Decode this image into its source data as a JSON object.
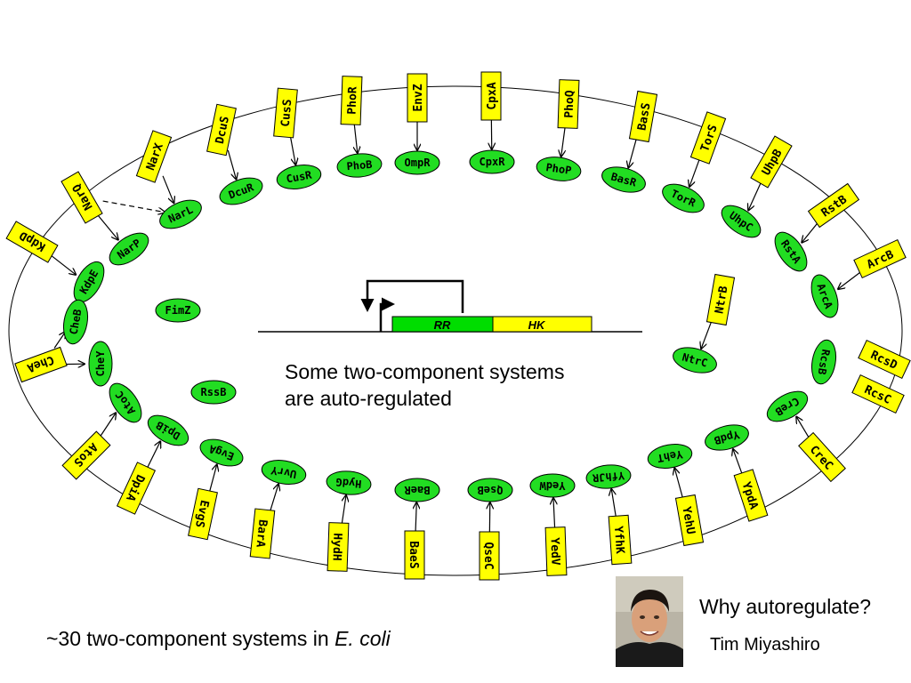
{
  "caption": {
    "line1": "Some two-component systems",
    "line2": "are auto-regulated"
  },
  "footer": {
    "prefix": "~30 two-component systems in ",
    "organism": "E. coli"
  },
  "question": "Why autoregulate?",
  "author": "Tim Miyashiro",
  "operon": {
    "rr_label": "RR",
    "hk_label": "HK",
    "rr_color": "#00dd00",
    "hk_color": "#ffff00"
  },
  "colors": {
    "kinase_fill": "#ffff00",
    "regulator_fill": "#22dd22",
    "outline": "#000000"
  },
  "kinases": [
    "KdpD",
    "NarQ",
    "NarX",
    "DcuS",
    "CusS",
    "PhoR",
    "EnvZ",
    "CpxA",
    "PhoQ",
    "BasS",
    "TorS",
    "UhpB",
    "RstB",
    "ArcB",
    "RcsD",
    "RcsC",
    "CreC",
    "YpdA",
    "YehU",
    "YfhK",
    "YedV",
    "QseC",
    "BaeS",
    "HydH",
    "BarA",
    "EvgS",
    "DpiA",
    "AtoS",
    "CheA",
    "NtrB"
  ],
  "regulators": [
    "KdpE",
    "NarP",
    "NarL",
    "DcuR",
    "CusR",
    "PhoB",
    "OmpR",
    "CpxR",
    "PhoP",
    "BasR",
    "TorR",
    "UhpC",
    "RstA",
    "ArcA",
    "RcsB",
    "CreB",
    "YpdB",
    "YehT",
    "YfhJR",
    "YedW",
    "QseB",
    "BaeR",
    "HydG",
    "UvrY",
    "EvgA",
    "DpiB",
    "AtoC",
    "CheY",
    "CheB",
    "NtrC",
    "FimZ",
    "RssB"
  ]
}
